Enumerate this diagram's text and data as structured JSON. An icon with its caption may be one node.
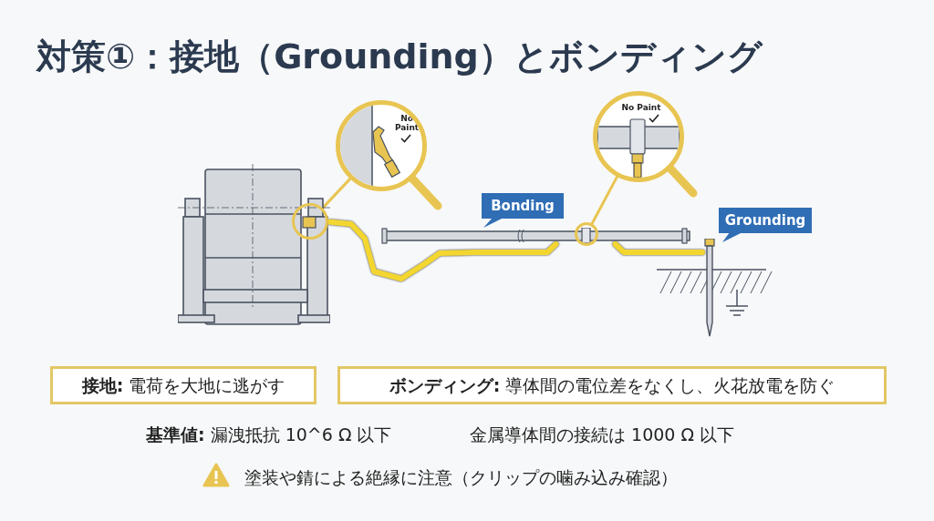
{
  "diagram": {
    "title": "対策①：接地（Grounding）とボンディング",
    "nodes": [
      {
        "text": [],
        "shape": "picture"
      },
      {
        "text": [
          "No Paint"
        ]
      },
      {
        "text": [],
        "shape": "circle"
      },
      {
        "text": [
          "Bonding"
        ]
      },
      {
        "text": [],
        "shape": "bar"
      },
      {
        "text": [],
        "shape": "circle"
      },
      {
        "text": [
          "No Paint"
        ]
      },
      {
        "text": [
          "Grounding"
        ]
      },
      {
        "text": [],
        "shape": "bar"
      },
      {
        "text": [
          "**接地:** 電荷を大地に逃がす"
        ]
      },
      {
        "text": [
          "**ボンディング:** 導体間の電位差をなくし、火花放電を防ぐ"
        ]
      }
    ],
    "edges": [
      {
        "from": 0,
        "to": 4,
        "arrow": "none",
        "style": "thick",
        "color": "#f3d630"
      },
      {
        "from": 4,
        "to": 8,
        "arrow": "none",
        "style": "thick",
        "color": "#f3d630"
      },
      {
        "from": 1,
        "to": 2,
        "arrow": "none"
      },
      {
        "from": 6,
        "to": 5,
        "arrow": "none"
      }
    ],
    "labels": [
      "**基準値:** 漏洩抵抗 10^6 Ω 以下",
      "金属導体間の接続は 1000 Ω 以下",
      "塗装や錆による絶縁に注意（クリップの噛み込み確認）"
    ]
  }
}
